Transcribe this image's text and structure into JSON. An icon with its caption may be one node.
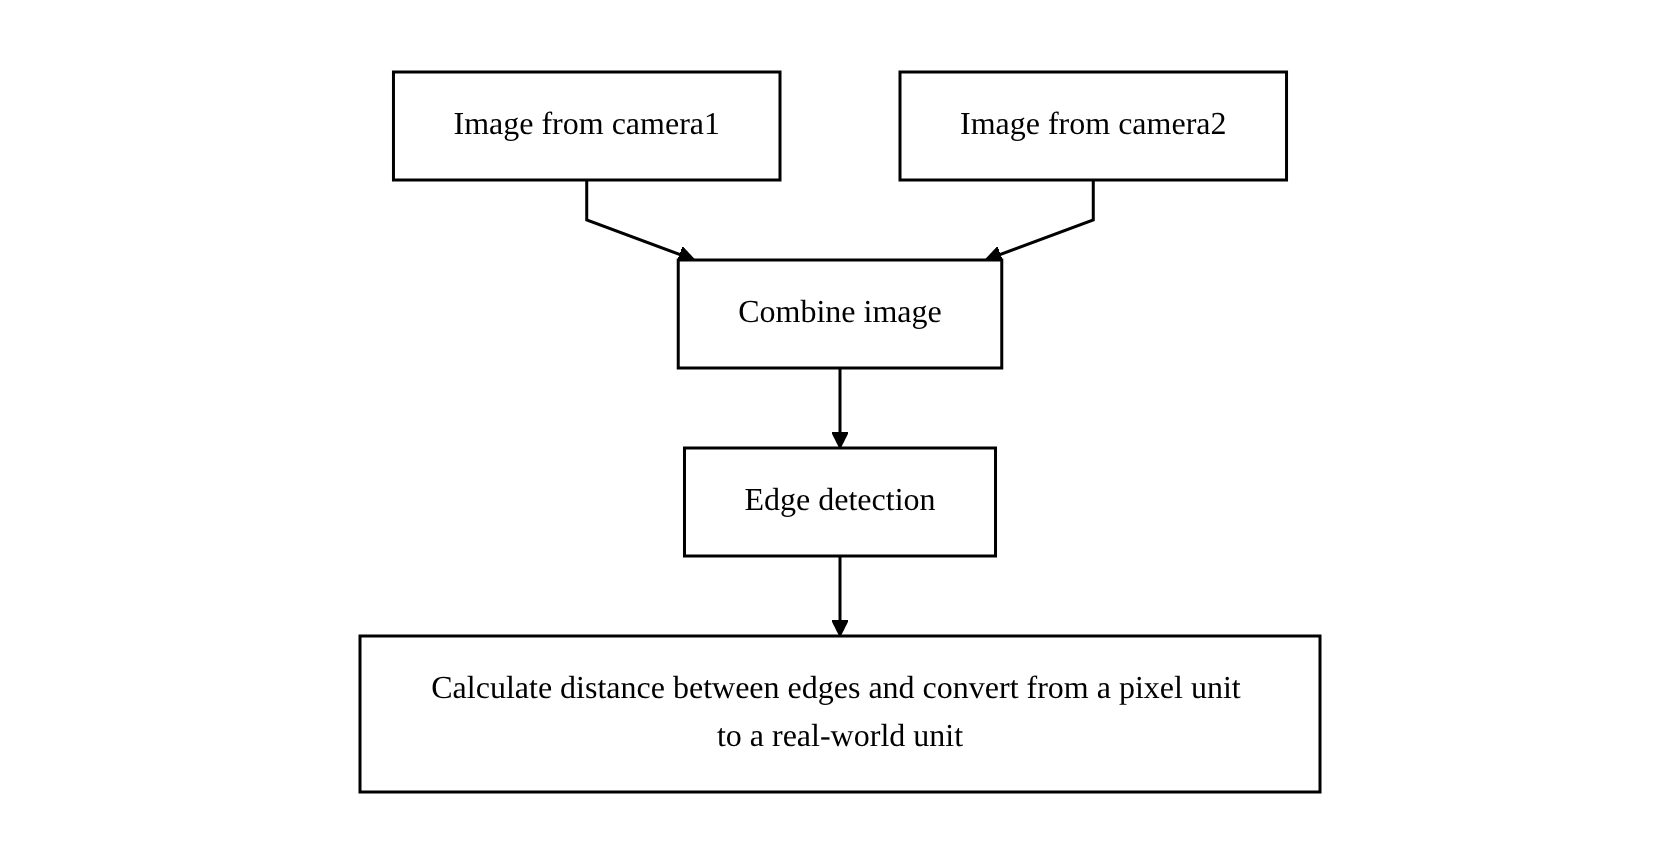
{
  "diagram": {
    "nodes": [
      {
        "text": [
          "Image from camera1"
        ]
      },
      {
        "text": [
          "Image from camera2"
        ]
      },
      {
        "text": [
          "Combine image"
        ]
      },
      {
        "text": [
          "Edge detection"
        ]
      },
      {
        "text": [
          "Calculate distance between edges and convert from a pixel unit to a real-world unit"
        ]
      }
    ],
    "edges": [
      {
        "from": 0,
        "to": 2,
        "arrow": "to"
      },
      {
        "from": 1,
        "to": 2,
        "arrow": "to"
      },
      {
        "from": 2,
        "to": 3,
        "arrow": "to"
      },
      {
        "from": 3,
        "to": 4,
        "arrow": "to"
      }
    ]
  }
}
